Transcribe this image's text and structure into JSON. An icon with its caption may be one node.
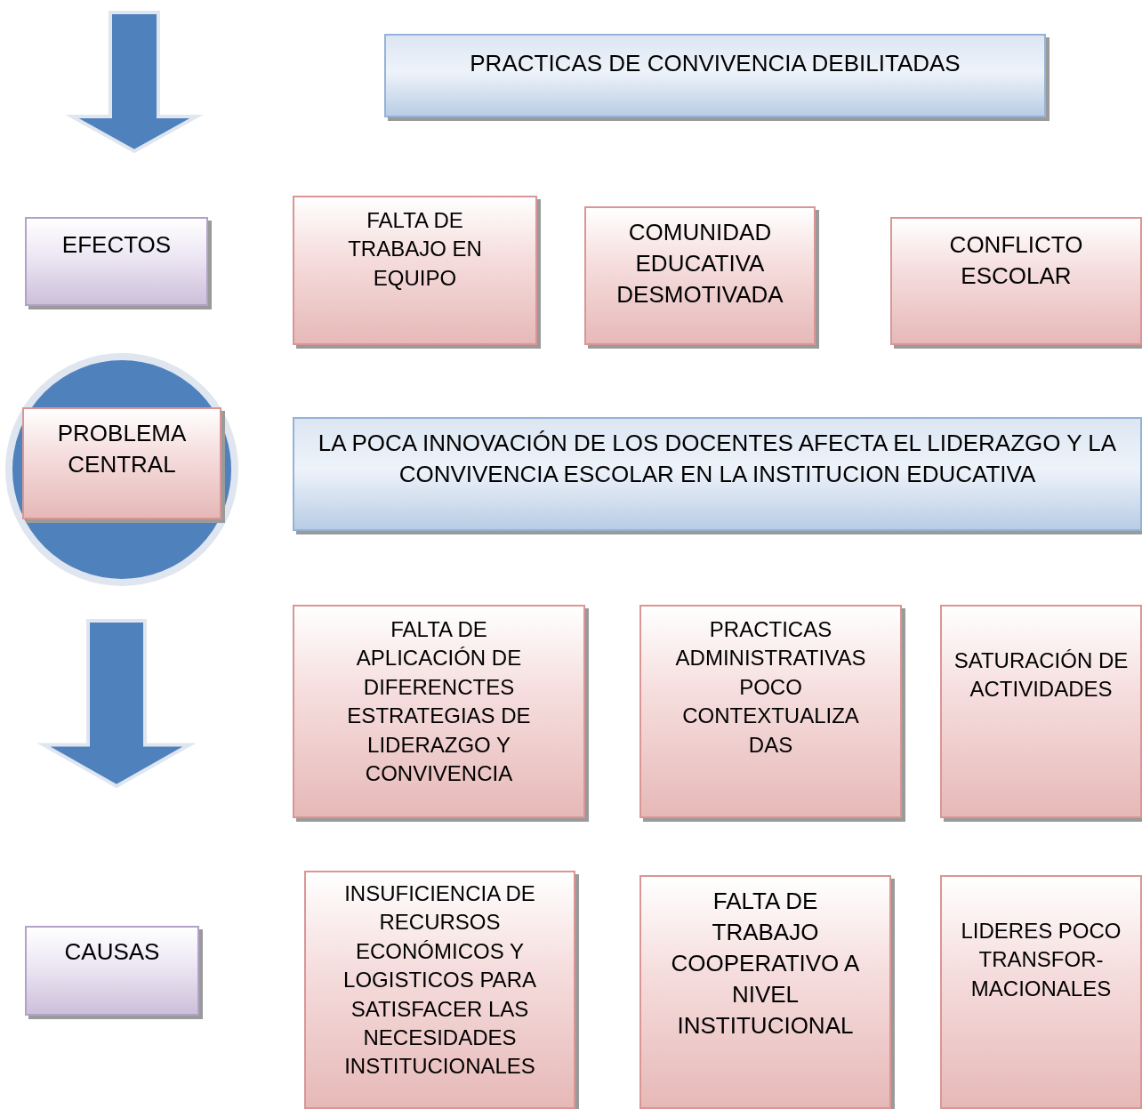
{
  "diagram": {
    "nodes": [
      {
        "text": [
          "PRACTICAS DE CONVIVENCIA DEBILITADAS"
        ]
      },
      {
        "text": [
          "EFECTOS"
        ]
      },
      {
        "text": [
          "FALTA DE TRABAJO EN EQUIPO"
        ]
      },
      {
        "text": [
          "COMUNIDAD EDUCATIVA DESMOTIVADA"
        ]
      },
      {
        "text": [
          "CONFLICTO ESCOLAR"
        ]
      },
      {
        "text": [
          "PROBLEMA CENTRAL"
        ]
      },
      {
        "text": [
          "LA POCA INNOVACIÓN DE LOS DOCENTES AFECTA EL LIDERAZGO Y LA CONVIVENCIA ESCOLAR EN LA INSTITUCION EDUCATIVA"
        ]
      },
      {
        "text": [
          "FALTA DE APLICACIÓN DE DIFERENCTES ESTRATEGIAS DE LIDERAZGO Y CONVIVENCIA"
        ]
      },
      {
        "text": [
          "PRACTICAS ADMINISTRATIVAS POCO CONTEXTUALIZA DAS"
        ]
      },
      {
        "text": [
          "SATURACIÓN DE ACTIVIDADES"
        ]
      },
      {
        "text": [
          "CAUSAS"
        ]
      },
      {
        "text": [
          "INSUFICIENCIA DE RECURSOS ECONÓMICOS Y LOGISTICOS PARA SATISFACER LAS NECESIDADES INSTITUCIONALES"
        ]
      },
      {
        "text": [
          "FALTA DE TRABAJO COOPERATIVO A NIVEL INSTITUCIONAL"
        ]
      },
      {
        "text": [
          "LIDERES POCO TRANSFOR- MACIONALES"
        ]
      }
    ],
    "edges": []
  }
}
